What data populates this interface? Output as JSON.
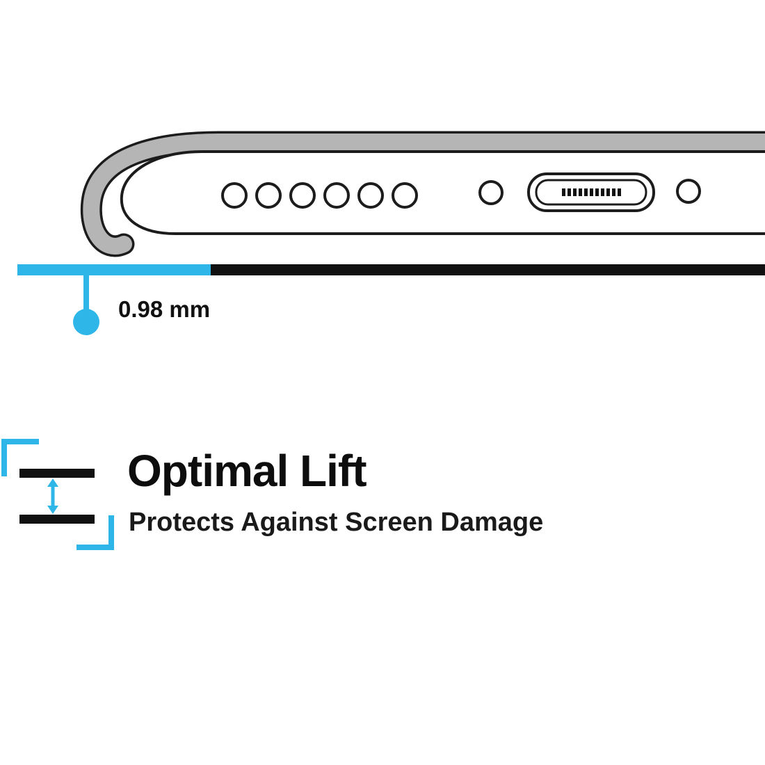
{
  "page": {
    "background": "#ffffff",
    "description_visible_text_only": true
  },
  "measurement": {
    "label": "0.98 mm"
  },
  "feature": {
    "title": "Optimal Lift",
    "subtitle": "Protects Against Screen Damage"
  },
  "colors": {
    "accent_cyan": "#2eb6e8",
    "ink_black": "#111111",
    "outline_black": "#1c1c1c",
    "case_gray": "#b5b5b5"
  },
  "icons": {
    "lift_icon": "double-headed-vertical-arrow-between-two-bars-with-cyan-corner-brackets",
    "measure_marker": "cyan-dot-with-vertical-stem",
    "phone_illustration": "phone-bottom-edge-profile-with-case-lip-speaker-holes-and-charging-port"
  }
}
